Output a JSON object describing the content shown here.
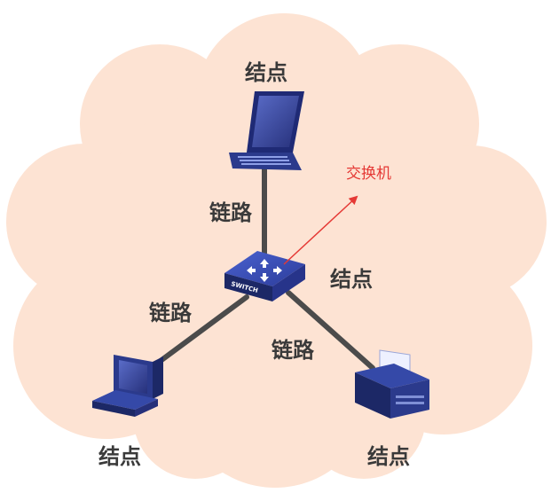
{
  "labels": {
    "node_top": "结点",
    "node_center": "结点",
    "node_bottom_left": "结点",
    "node_bottom_right": "结点",
    "link_top": "链路",
    "link_left": "链路",
    "link_right": "链路"
  },
  "annotation": {
    "switch_label": "交换机"
  },
  "device": {
    "switch_text": "SWITCH"
  },
  "colors": {
    "cloud": "#fde3d3",
    "link": "#4b4b4b",
    "device_blue": "#2b3a8c",
    "annotation": "#e53935",
    "label_text": "#3a3a3a"
  }
}
